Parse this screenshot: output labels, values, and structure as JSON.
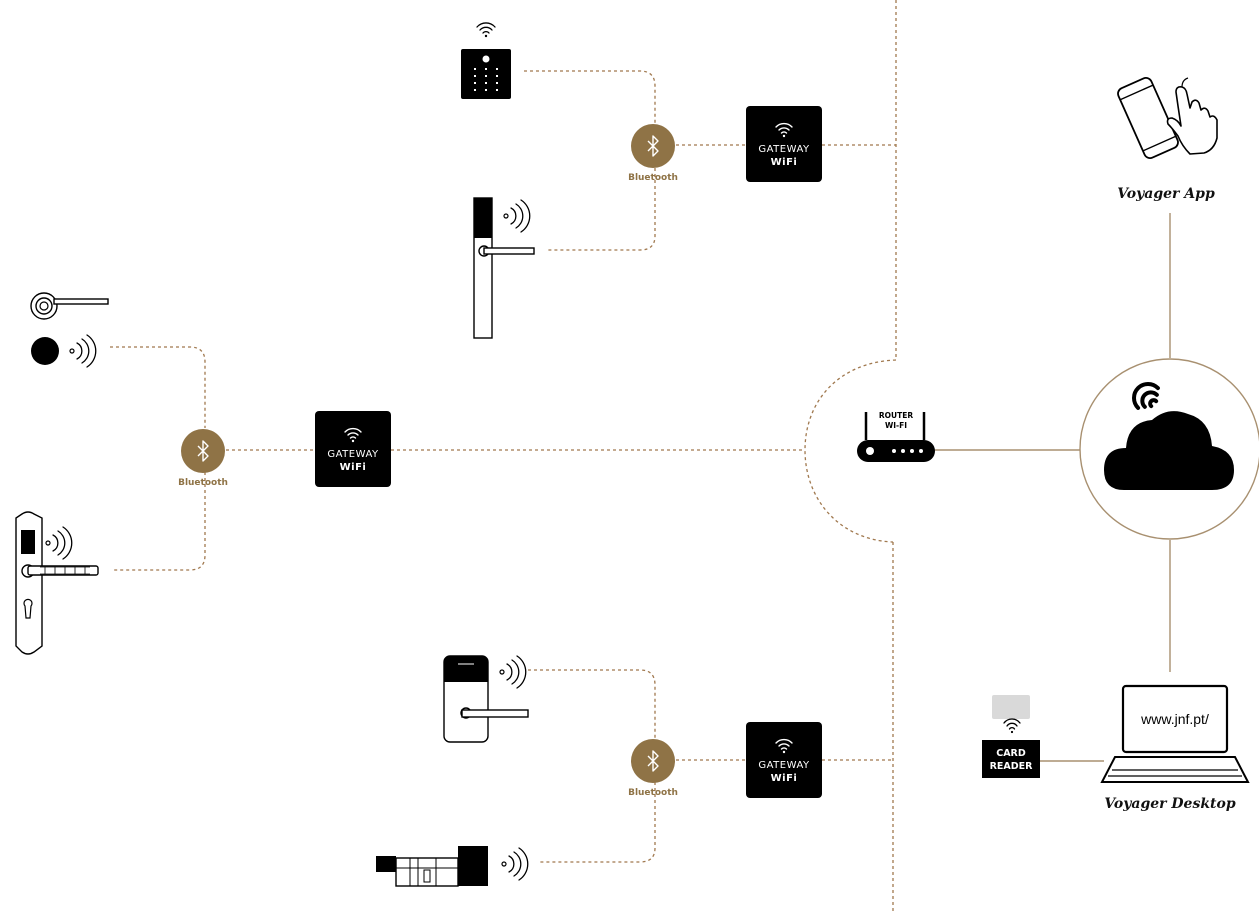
{
  "gateways": [
    {
      "line1": "GATEWAY",
      "line2": "WiFi"
    },
    {
      "line1": "GATEWAY",
      "line2": "WiFi"
    },
    {
      "line1": "GATEWAY",
      "line2": "WiFi"
    }
  ],
  "bluetooth": [
    {
      "label": "Bluetooth"
    },
    {
      "label": "Bluetooth"
    },
    {
      "label": "Bluetooth"
    }
  ],
  "router": {
    "line1": "ROUTER",
    "line2": "WI-FI"
  },
  "card_reader": {
    "line1": "CARD",
    "line2": "READER"
  },
  "app": {
    "label": "Voyager App"
  },
  "desktop": {
    "label": "Voyager Desktop",
    "url": "www.jnf.pt/"
  },
  "icons": [
    "wifi-icon",
    "bluetooth-icon",
    "cloud-icon",
    "smartphone-icon",
    "laptop-icon",
    "router-icon",
    "keypad-lock-icon",
    "door-handle-icon",
    "cylinder-lock-icon",
    "card-icon"
  ],
  "colors": {
    "accent": "#8f7346",
    "connector": "#a0784e",
    "box": "#000000"
  }
}
